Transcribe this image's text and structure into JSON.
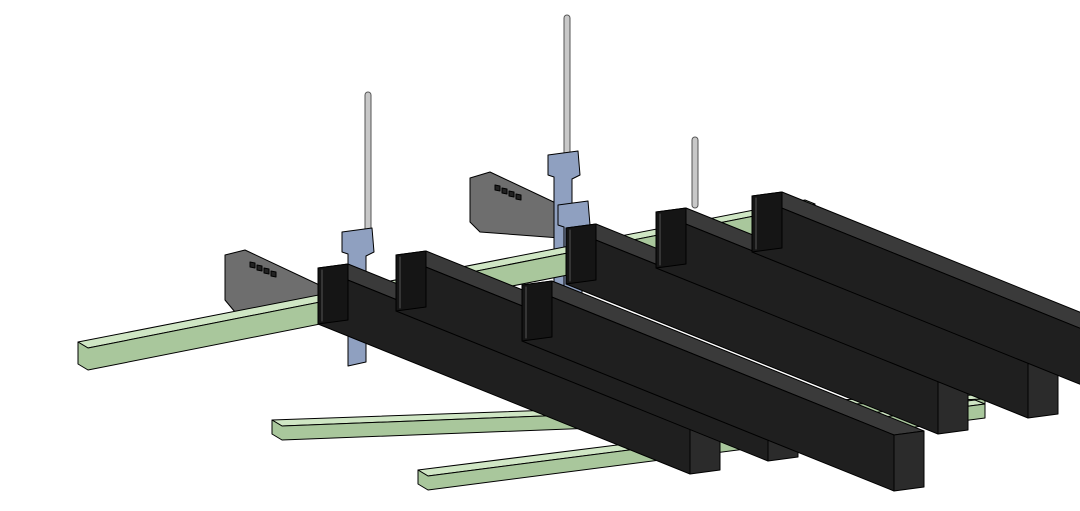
{
  "colors": {
    "background": "#ffffff",
    "rail_top": "#cfe6c4",
    "rail_side": "#a9c79c",
    "carrier": "#6e6e6e",
    "carrier_light": "#9a9a9a",
    "rod": "#c8c8c8",
    "bracket": "#8fa0c0",
    "baffle_side": "#1f1f1f",
    "baffle_top": "#3a3a3a",
    "baffle_end": "#2b2b2b",
    "edge": "#000000"
  },
  "baffle_count": 6,
  "rail_count": 3,
  "rod_count": 3
}
